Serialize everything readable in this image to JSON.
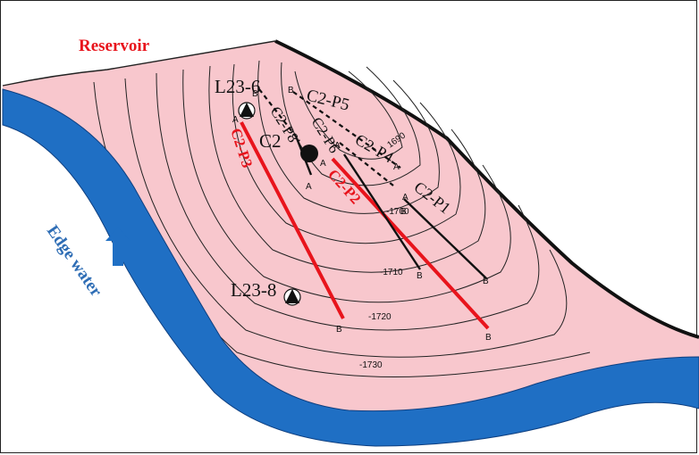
{
  "labels": {
    "reservoir": "Reservoir",
    "edge_water": "Edge water"
  },
  "wells": [
    {
      "id": "L23-6",
      "label": "L23-6"
    },
    {
      "id": "L23-8",
      "label": "L23-8"
    },
    {
      "id": "C2",
      "label": "C2"
    }
  ],
  "horizontal_wells": [
    {
      "id": "C2-P1",
      "label": "C2-P1"
    },
    {
      "id": "C2-P2",
      "label": "C2-P2"
    },
    {
      "id": "C2-P3",
      "label": "C2-P3"
    },
    {
      "id": "C2-P4",
      "label": "C2-P4"
    },
    {
      "id": "C2-P5",
      "label": "C2-P5"
    },
    {
      "id": "C2-P6",
      "label": "C2-P6"
    },
    {
      "id": "C2-P8",
      "label": "C2-P8"
    }
  ],
  "endpoints": {
    "start": "A",
    "end": "B"
  },
  "contours": [
    "1690",
    "-1700",
    "-1710",
    "-1720",
    "-1730"
  ],
  "colors": {
    "reservoir_fill": "#f8c7cd",
    "water": "#1f6fc4",
    "highlight": "#e8141c",
    "reservoir_text": "#e8141c",
    "edge_water_text": "#2e6db5",
    "lines": "#111111"
  }
}
